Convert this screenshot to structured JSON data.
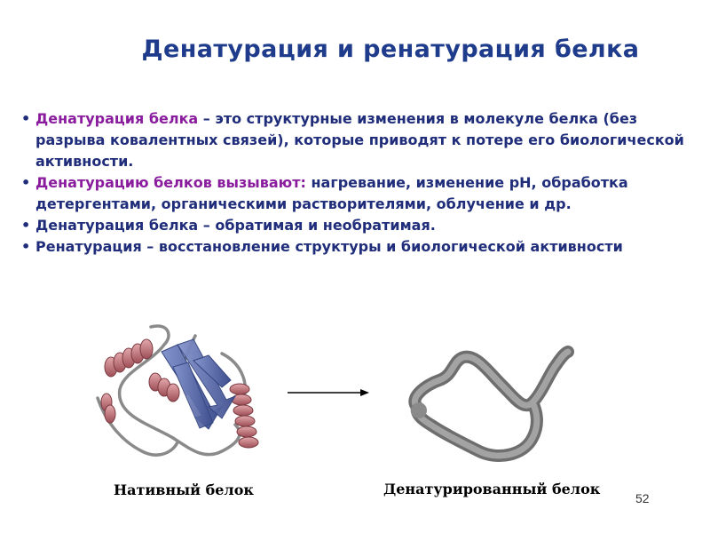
{
  "slide": {
    "title": "Денатурация и ренатурация белка",
    "bullets": [
      {
        "term": "Денатурация белка",
        "text": " – это структурные изменения в молекуле белка (без разрыва ковалентных связей), которые приводят к потере его биологической активности."
      },
      {
        "term": "Денатурацию белков вызывают:",
        "text": " нагревание, изменение рН, обработка детергентами, органическими растворителями, облучение и др."
      },
      {
        "term": "",
        "text": "Денатурация белка – обратимая и необратимая."
      },
      {
        "term": "",
        "text": "Ренатурация – восстановление структуры и биологической активности"
      }
    ],
    "captions": {
      "native": "Нативный белок",
      "denatured": "Денатурированный белок"
    },
    "slide_number": "52"
  },
  "colors": {
    "title": "#1f3c8c",
    "body_text": "#1f2d7a",
    "term": "#8a1c9e",
    "helix": "#c27b80",
    "sheet": "#5d6fae",
    "coil": "#8c8c8c"
  },
  "icons": {
    "arrow": "right-arrow-icon",
    "native_protein": "native-protein-ribbon-image",
    "denatured_protein": "denatured-protein-chain-image"
  }
}
